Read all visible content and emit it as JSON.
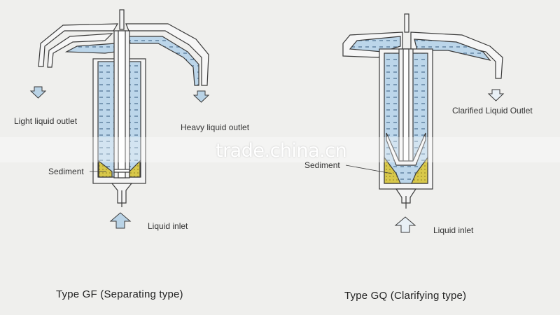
{
  "colors": {
    "background": "#efefed",
    "liquid": "#bcd6ea",
    "liquid_dark": "#8fb3d3",
    "sediment": "#d8c84a",
    "outline": "#3a3a3a",
    "arrow_fill": "#b9d3e6"
  },
  "watermark": "trade.china.cn",
  "diagrams": [
    {
      "caption": "Type GF (Separating type)",
      "labels": {
        "light_outlet": "Light liquid outlet",
        "heavy_outlet": "Heavy liquid outlet",
        "sediment": "Sediment",
        "inlet": "Liquid inlet"
      }
    },
    {
      "caption": "Type GQ (Clarifying  type)",
      "labels": {
        "clarified_outlet": "Clarified Liquid Outlet",
        "sediment": "Sediment",
        "inlet": "Liquid inlet"
      }
    }
  ],
  "icons": [
    "arrow-down-icon",
    "arrow-up-icon"
  ]
}
